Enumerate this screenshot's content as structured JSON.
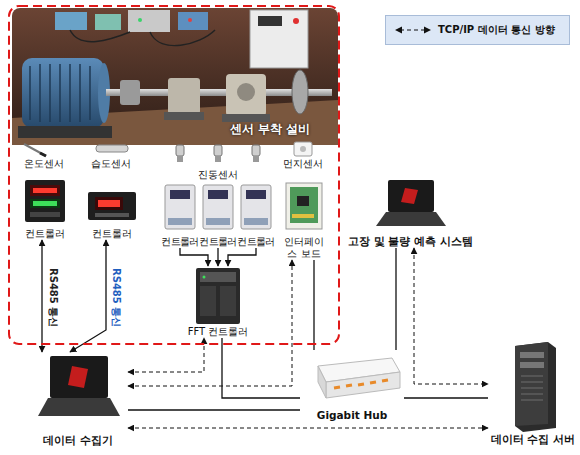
{
  "diagram": {
    "nodes": [
      {
        "text": [
          "센서 부착 설비"
        ]
      },
      {
        "text": [
          "온도센서"
        ],
        "in": 0
      },
      {
        "text": [
          "습도센서"
        ],
        "in": 0
      },
      {
        "text": [
          "진동센서"
        ],
        "in": 0
      },
      {
        "text": [
          "먼지센서"
        ],
        "in": 0
      },
      {
        "text": [
          "컨트롤러"
        ],
        "in": 0
      },
      {
        "text": [
          "컨트롤러"
        ],
        "in": 0
      },
      {
        "text": [
          "컨트롤러"
        ],
        "in": 0
      },
      {
        "text": [
          "컨트롤러"
        ],
        "in": 0
      },
      {
        "text": [
          "컨트롤러"
        ],
        "in": 0
      },
      {
        "text": [
          "인터페이스 보드"
        ],
        "in": 0
      },
      {
        "text": [
          "FFT 컨트롤러"
        ],
        "in": 0
      },
      {
        "text": [
          "고장 및 불량 예측 시스템"
        ]
      },
      {
        "text": [
          "데이터 수집기"
        ]
      },
      {
        "text": [
          "Gigabit Hub"
        ]
      },
      {
        "text": [
          "데이터 수집 서버"
        ]
      }
    ],
    "edges": [
      {
        "from": 5,
        "to": 13,
        "label": "RS485 통신",
        "arrow": "both"
      },
      {
        "from": 6,
        "to": 13,
        "label": "RS485 통신",
        "arrow": "both"
      },
      {
        "from": 7,
        "to": 11,
        "arrow": "to"
      },
      {
        "from": 8,
        "to": 11,
        "arrow": "to"
      },
      {
        "from": 9,
        "to": 11,
        "arrow": "to"
      },
      {
        "from": 13,
        "to": 11,
        "arrow": "both"
      },
      {
        "from": 13,
        "to": 10,
        "arrow": "both"
      },
      {
        "from": 11,
        "to": 14,
        "arrow": "none"
      },
      {
        "from": 10,
        "to": 14,
        "arrow": "none"
      },
      {
        "from": 13,
        "to": 14,
        "arrow": "none"
      },
      {
        "from": 14,
        "to": 12,
        "arrow": "none"
      },
      {
        "from": 14,
        "to": 15,
        "arrow": "none"
      },
      {
        "from": 13,
        "to": 15,
        "arrow": "both"
      },
      {
        "from": 12,
        "to": 15,
        "arrow": "both"
      }
    ],
    "legend": [
      {
        "text": "TCP/IP 데이터 통신 방향"
      }
    ]
  }
}
